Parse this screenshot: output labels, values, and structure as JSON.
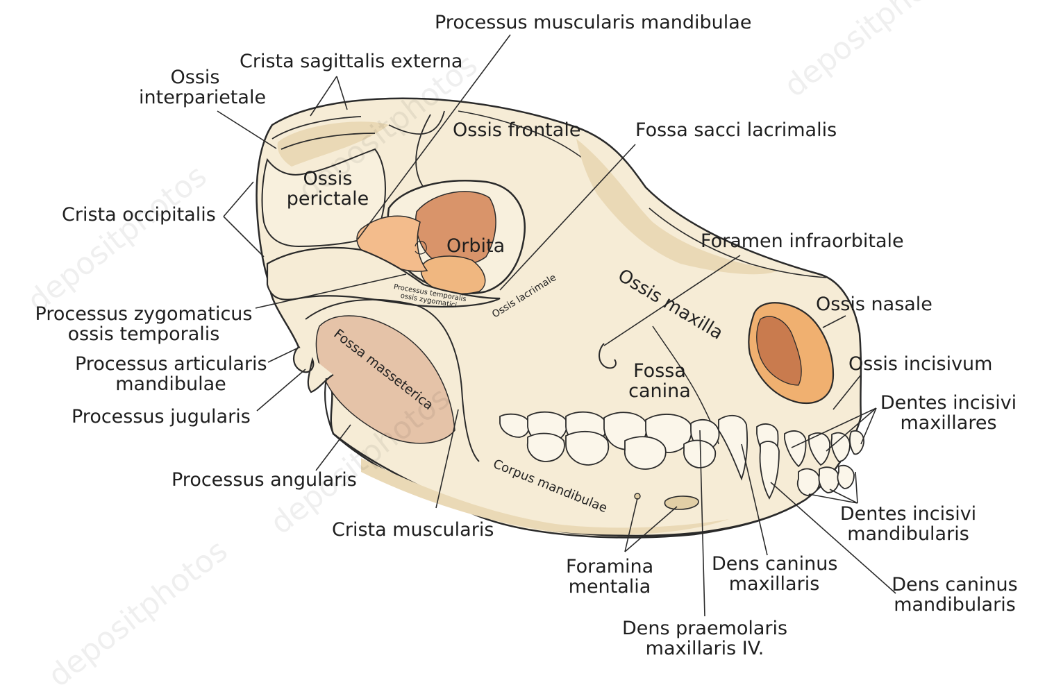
{
  "colors": {
    "bone": "#f6ecd6",
    "bone_shadow": "#ead9b6",
    "bone_dark": "#e2cfa6",
    "outline": "#2a2a2a",
    "orbit": "#d9946a",
    "orbit_light": "#f0b780",
    "nasal_cavity": "#f0b070",
    "masseter": "#e5c3a8"
  },
  "watermark": "depositphotos",
  "labels": {
    "processus_muscularis_mandibulae": "Processus muscularis mandibulae",
    "crista_sagittalis_externa": "Crista sagittalis externa",
    "ossis_interparietale": [
      "Ossis",
      "interparietale"
    ],
    "ossis_frontale": "Ossis frontale",
    "fossa_sacci_lacrimalis": "Fossa sacci lacrimalis",
    "ossis_perictale": [
      "Ossis",
      "perictale"
    ],
    "crista_occipitalis": "Crista occipitalis",
    "orbita": "Orbita",
    "foramen_infraorbitale": "Foramen infraorbitale",
    "ossis_nasale": "Ossis nasale",
    "processus_zygomaticus": [
      "Processus zygomaticus",
      "ossis temporalis"
    ],
    "processus_articularis": [
      "Processus articularis",
      "mandibulae"
    ],
    "processus_jugularis": "Processus jugularis",
    "processus_angularis": "Processus angularis",
    "crista_muscularis": "Crista muscularis",
    "ossis_incisivum": "Ossis incisivum",
    "dentes_incisivi_maxillares": [
      "Dentes incisivi",
      "maxillares"
    ],
    "dentes_incisivi_mandibularis": [
      "Dentes incisivi",
      "mandibularis"
    ],
    "foramina_mentalia": [
      "Foramina",
      "mentalia"
    ],
    "dens_caninus_maxillaris": [
      "Dens caninus",
      "maxillaris"
    ],
    "dens_caninus_mandibularis": [
      "Dens caninus",
      "mandibularis"
    ],
    "dens_praemolaris": [
      "Dens praemolaris",
      "maxillaris IV."
    ],
    "fossa_canina": [
      "Fossa",
      "canina"
    ]
  },
  "inner_labels": {
    "ossis_maxilla": "Ossis maxilla",
    "fossa_masseterica": "Fossa masseterica",
    "corpus_mandibulae": "Corpus mandibulae",
    "ossis_lacrimale": "Ossis lacrimale",
    "processus_temporalis": [
      "Processus temporalis",
      "ossis zygomatici"
    ]
  }
}
